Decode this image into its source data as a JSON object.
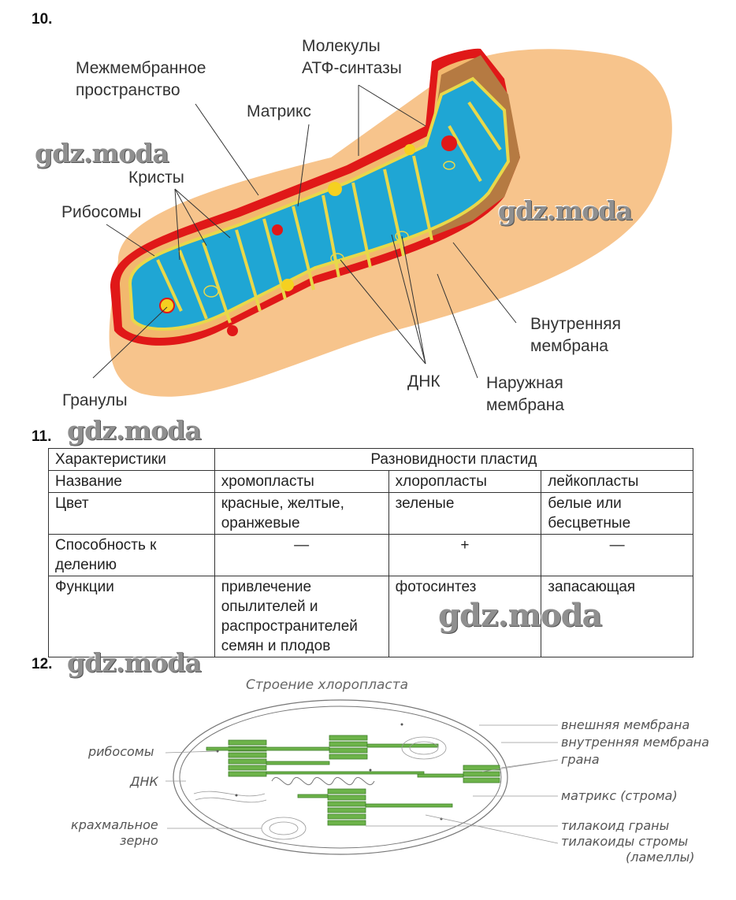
{
  "section10": {
    "number": "10.",
    "labels": {
      "intermembrane": [
        "Межмембранное",
        "пространство"
      ],
      "atp_synthase": [
        "Молекулы",
        "АТФ-синтазы"
      ],
      "matrix": "Матрикс",
      "cristae": "Кристы",
      "ribosomes": "Рибосомы",
      "inner_membrane": [
        "Внутренняя",
        "мембрана"
      ],
      "outer_membrane": [
        "Наружная",
        "мембрана"
      ],
      "dna": "ДНК",
      "granules": "Гранулы"
    }
  },
  "section11": {
    "number": "11.",
    "header": {
      "col1": "Характеристики",
      "col2": "Разновидности пластид"
    },
    "rows": [
      {
        "label": "Название",
        "chromo": "хромопласты",
        "chloro": "хлоропласты",
        "leuco": "лейкопласты"
      },
      {
        "label": "Цвет",
        "chromo": "красные, желтые, оранжевые",
        "chloro": "зеленые",
        "leuco": "белые или бесцветные"
      },
      {
        "label": "Способность к делению",
        "chromo": "—",
        "chloro": "+",
        "leuco": "—"
      },
      {
        "label": "Функции",
        "chromo": "привлечение опылителей и распространителей семян и плодов",
        "chloro": "фотосинтез",
        "leuco": "запасающая"
      }
    ]
  },
  "section12": {
    "number": "12.",
    "title": "Строение хлоропласта",
    "labels": {
      "ribosomes": "рибосомы",
      "dna": "ДНК",
      "starch": [
        "крахмальное",
        "зерно"
      ],
      "outer_membrane": "внешняя мембрана",
      "inner_membrane": "внутренняя мембрана",
      "grana": "грана",
      "matrix": "матрикс (строма)",
      "grana_thylakoid": "тилакоид граны",
      "stroma_thylakoids": [
        "тилакоиды стромы",
        "(ламеллы)"
      ]
    }
  },
  "watermark": "gdz.moda",
  "colors": {
    "outer": "#f7c48c",
    "red": "#e01818",
    "matrix": "#1fa6d4",
    "membrane": "#e8d84a",
    "cut": "#b57a42",
    "grana": "#6db34a"
  }
}
